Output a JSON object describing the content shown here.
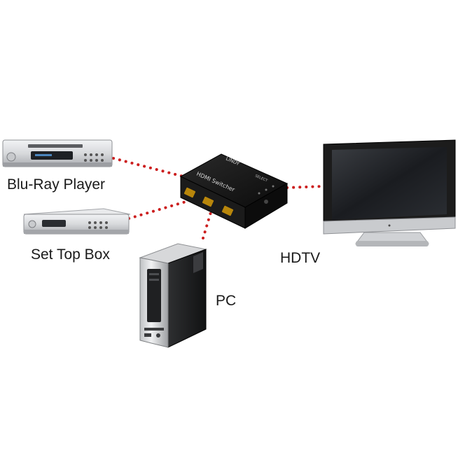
{
  "labels": {
    "bluray": "Blu-Ray Player",
    "set_top_box": "Set Top Box",
    "hdtv": "HDTV",
    "pc": "PC"
  },
  "switch_device": {
    "name": "HDMI Switcher",
    "brand": "LINDY",
    "select_label": "SELECT"
  },
  "colors": {
    "connection_dots": "#cc1f1f",
    "switch_body": "#141414",
    "tv_frame": "#1c1c1c",
    "device_silver": "#d9dadc",
    "pc_body": "#222222"
  }
}
